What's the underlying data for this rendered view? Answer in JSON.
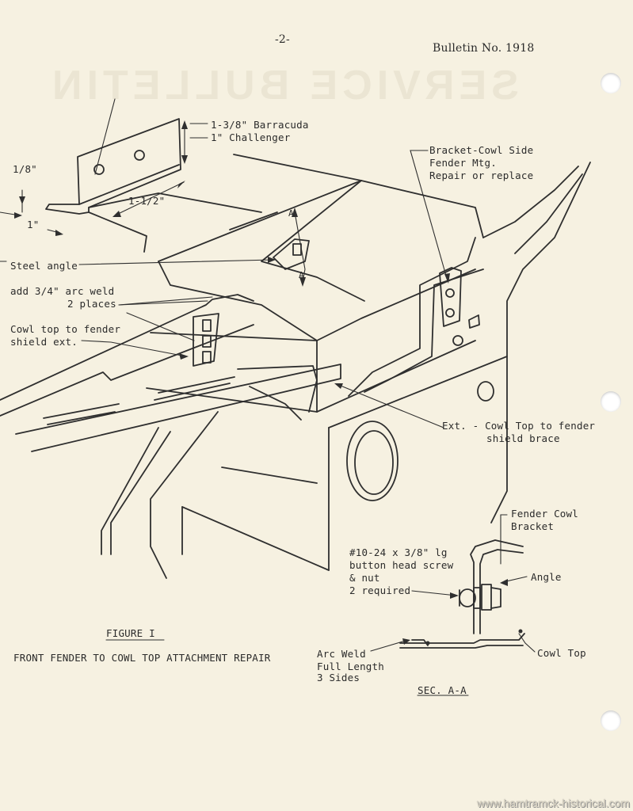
{
  "header": {
    "page_number": "-2-",
    "bulletin": "Bulletin No. 1918"
  },
  "labels": {
    "barracuda": "1-3/8\" Barracuda",
    "challenger": "1\"  Challenger",
    "eighth": "1/8\"",
    "one_half": "1-1/2\"",
    "one_inch": "1\"",
    "steel_angle": "Steel angle",
    "arc_weld_1": "add 3/4\" arc weld",
    "arc_weld_2": "2 places",
    "cowl_top_1": "Cowl top to fender",
    "cowl_top_2": "shield ext.",
    "bracket_1": "Bracket-Cowl Side",
    "bracket_2": "Fender Mtg.",
    "bracket_3": "Repair or replace",
    "ext_1": "Ext. - Cowl Top to fender",
    "ext_2": "shield brace",
    "section_a1": "A",
    "section_a2": "A",
    "fender_cowl_1": "Fender Cowl",
    "fender_cowl_2": "Bracket",
    "screw_1": "#10-24 x 3/8\" lg",
    "screw_2": "button head screw",
    "screw_3": "& nut",
    "screw_4": "2 required",
    "angle": "Angle",
    "arc_weld_full_1": "Arc Weld",
    "arc_weld_full_2": "Full Length",
    "arc_weld_full_3": "3 Sides",
    "cowl_top": "Cowl Top"
  },
  "captions": {
    "figure": "FIGURE I",
    "title": "FRONT FENDER TO COWL TOP ATTACHMENT REPAIR",
    "section": "SEC. A-A"
  },
  "watermark": "www.hamtramck-historical.com",
  "colors": {
    "paper": "#f6f1e1",
    "ink": "#2f2f2f"
  }
}
